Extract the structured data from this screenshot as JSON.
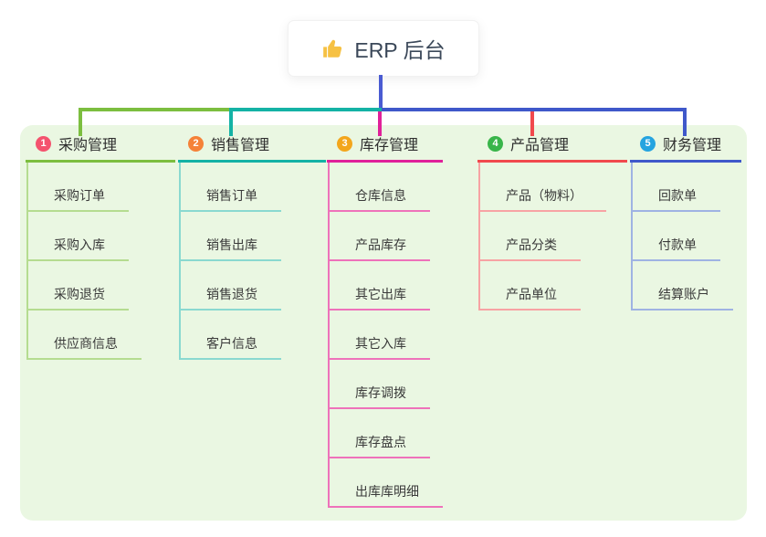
{
  "root": {
    "label": "ERP 后台",
    "icon": "thumbs-up-icon"
  },
  "branches": [
    {
      "number": "1",
      "title": "采购管理",
      "badge_color": "#f4536e",
      "line_color": "#7cbe3f",
      "light_color": "#b5dc90",
      "children": [
        "采购订单",
        "采购入库",
        "采购退货",
        "供应商信息"
      ]
    },
    {
      "number": "2",
      "title": "销售管理",
      "badge_color": "#f58238",
      "line_color": "#14b2a5",
      "light_color": "#8ad9d0",
      "children": [
        "销售订单",
        "销售出库",
        "销售退货",
        "客户信息"
      ]
    },
    {
      "number": "3",
      "title": "库存管理",
      "badge_color": "#f3a61c",
      "line_color": "#e0219a",
      "light_color": "#ee72ba",
      "children": [
        "仓库信息",
        "产品库存",
        "其它出库",
        "其它入库",
        "库存调拨",
        "库存盘点",
        "出库库明细"
      ]
    },
    {
      "number": "4",
      "title": "产品管理",
      "badge_color": "#39b54a",
      "line_color": "#f1494d",
      "light_color": "#f7a3a4",
      "children": [
        "产品（物料）",
        "产品分类",
        "产品单位"
      ]
    },
    {
      "number": "5",
      "title": "财务管理",
      "badge_color": "#25a4e0",
      "line_color": "#3f58ca",
      "light_color": "#9fb3e3",
      "children": [
        "回款单",
        "付款单",
        "结算账户"
      ]
    }
  ],
  "colors": {
    "panel_bg": "#eaf7e2",
    "root_line": "#4a5bd2",
    "root_text": "#3b4859",
    "thumb": "#f6c143"
  }
}
